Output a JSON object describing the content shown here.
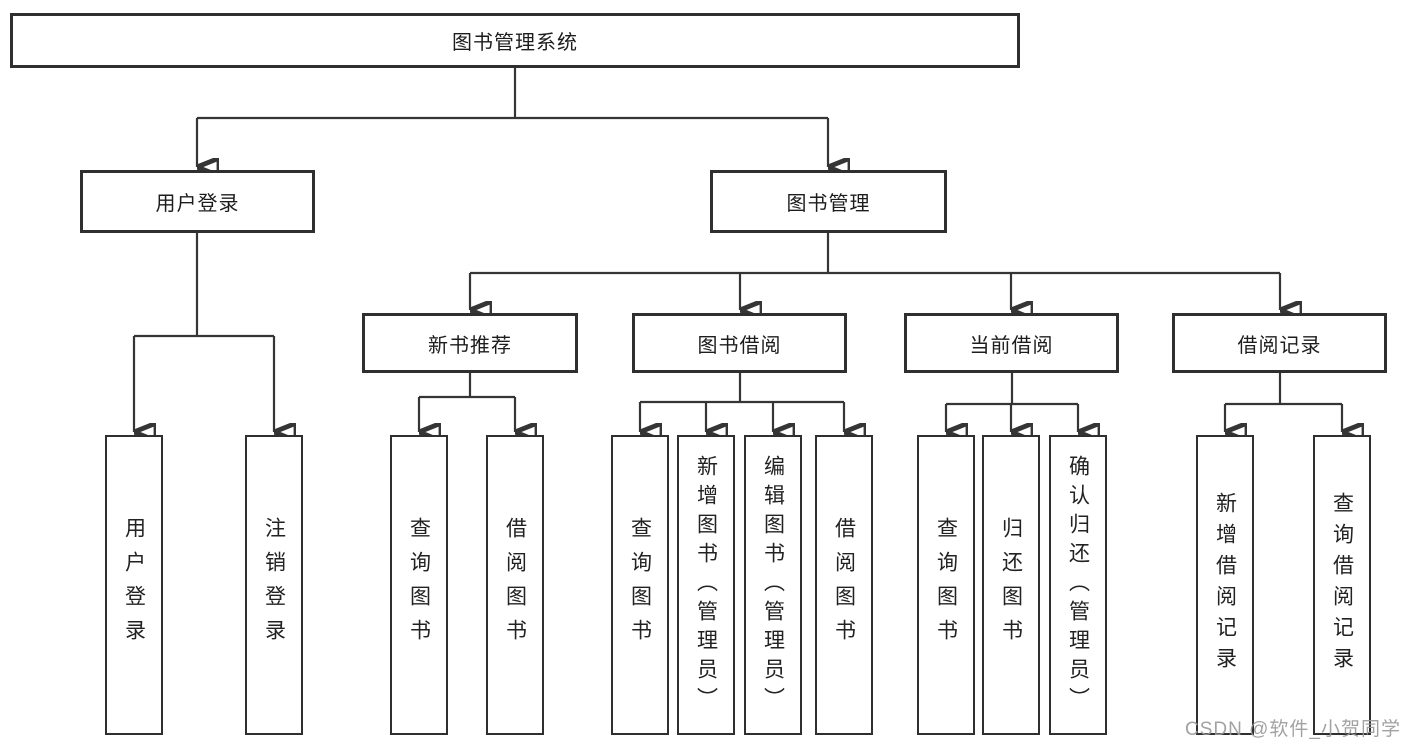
{
  "diagram": {
    "title": "图书管理系统",
    "nodes": {
      "root": {
        "label": "图书管理系统"
      },
      "user_login": {
        "label": "用户登录"
      },
      "book_mgmt": {
        "label": "图书管理"
      },
      "new_rec": {
        "label": "新书推荐"
      },
      "borrow": {
        "label": "图书借阅"
      },
      "current": {
        "label": "当前借阅"
      },
      "records": {
        "label": "借阅记录"
      },
      "ul_login": {
        "label": "用户登录"
      },
      "ul_logout": {
        "label": "注销登录"
      },
      "nr_query": {
        "label": "查询图书"
      },
      "nr_borrow": {
        "label": "借阅图书"
      },
      "bb_query": {
        "label": "查询图书"
      },
      "bb_add": {
        "label": "新增图书（管理员）"
      },
      "bb_edit": {
        "label": "编辑图书（管理员）"
      },
      "bb_borrow": {
        "label": "借阅图书"
      },
      "cb_query": {
        "label": "查询图书"
      },
      "cb_return": {
        "label": "归还图书"
      },
      "cb_confirm": {
        "label": "确认归还（管理员）"
      },
      "br_add": {
        "label": "新增借阅记录"
      },
      "br_query": {
        "label": "查询借阅记录"
      }
    },
    "hierarchy": {
      "图书管理系统": [
        "用户登录",
        "图书管理"
      ],
      "用户登录": [
        "用户登录",
        "注销登录"
      ],
      "图书管理": [
        "新书推荐",
        "图书借阅",
        "当前借阅",
        "借阅记录"
      ],
      "新书推荐": [
        "查询图书",
        "借阅图书"
      ],
      "图书借阅": [
        "查询图书",
        "新增图书（管理员）",
        "编辑图书（管理员）",
        "借阅图书"
      ],
      "当前借阅": [
        "查询图书",
        "归还图书",
        "确认归还（管理员）"
      ],
      "借阅记录": [
        "新增借阅记录",
        "查询借阅记录"
      ]
    },
    "colors": {
      "line": "#353535",
      "border": "#2f2f2f",
      "text": "#1d1d1d",
      "background": "#ffffff",
      "watermark_text": "#9b9b9b"
    },
    "watermark": "CSDN @软件_小贺同学"
  }
}
